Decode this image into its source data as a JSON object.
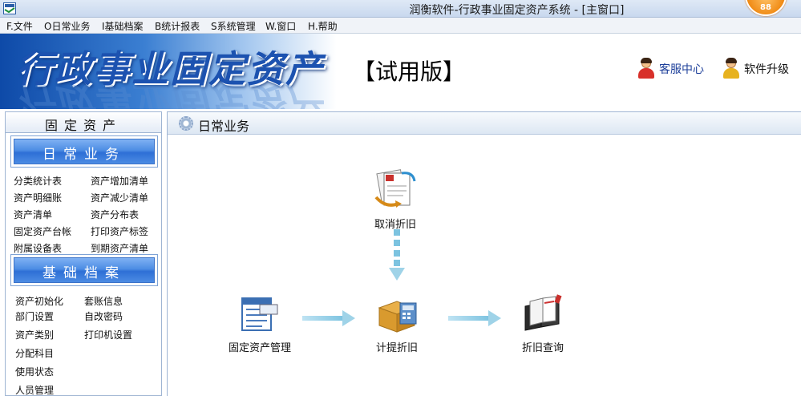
{
  "window": {
    "title": "润衡软件-行政事业固定资产系统 - [主窗口]",
    "badge": "88"
  },
  "menu": [
    "F.文件",
    "O日常业务",
    "I基础档案",
    "B统计报表",
    "S系统管理",
    "W.窗口",
    "H.帮助"
  ],
  "banner": {
    "title": "行政事业固定资产",
    "trial": "【试用版】",
    "service": "客服中心",
    "upgrade": "软件升级"
  },
  "sidebar": {
    "header": "固定资产",
    "sections": [
      {
        "title": "日常业务",
        "items": [
          "分类统计表",
          "资产增加清单",
          "资产明细账",
          "资产减少清单",
          "资产清单",
          "资产分布表",
          "固定资产台帐",
          "打印资产标签",
          "附属设备表",
          "到期资产清单"
        ]
      },
      {
        "title": "基础档案",
        "items": [
          "资产初始化",
          "套账信息",
          "部门设置",
          "自改密码",
          "资产类别",
          "打印机设置",
          "分配科目",
          "使用状态",
          "人员管理"
        ]
      }
    ]
  },
  "content": {
    "title": "日常业务",
    "nodes": {
      "cancel": "取消折旧",
      "asset": "固定资产管理",
      "accrue": "计提折旧",
      "query": "折旧查询"
    }
  },
  "colors": {
    "accent": "#2e6fd6",
    "banner": "#1c52b0",
    "arrow": "#7cc3e0"
  }
}
